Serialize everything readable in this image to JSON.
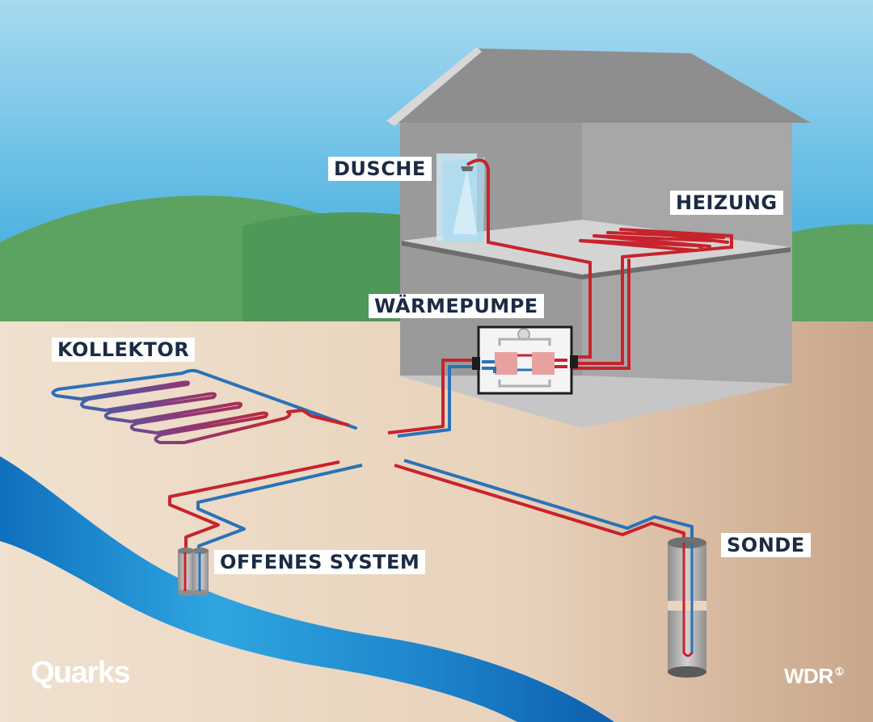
{
  "labels": {
    "dusche": "DUSCHE",
    "heizung": "HEIZUNG",
    "waermepumpe": "WÄRMEPUMPE",
    "kollektor": "KOLLEKTOR",
    "offenes_system": "OFFENES SYSTEM",
    "sonde": "SONDE"
  },
  "branding": {
    "quarks": "Quarks",
    "wdr": "WDR",
    "wdr_mark": "①"
  },
  "colors": {
    "pipe_hot": "#c8232c",
    "pipe_cold": "#2a72b8",
    "sky_top": "#a5d8ee",
    "hill": "#5ca361",
    "ground": "#eedfcc",
    "river": "#2a8fd4",
    "house_wall": "#9a9a9a",
    "label_text": "#1c2a44"
  }
}
